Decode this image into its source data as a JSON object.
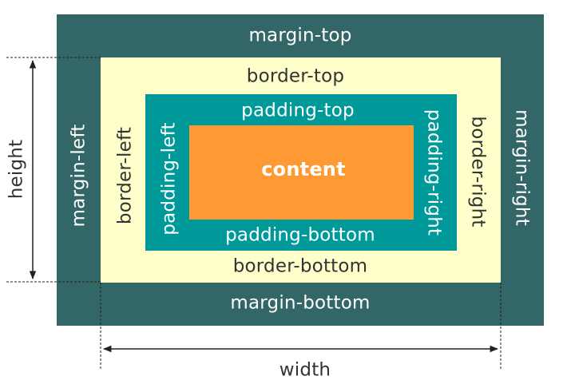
{
  "diagram": {
    "labels": {
      "margin_top": "margin-top",
      "margin_bottom": "margin-bottom",
      "margin_left": "margin-left",
      "margin_right": "margin-right",
      "border_top": "border-top",
      "border_bottom": "border-bottom",
      "border_left": "border-left",
      "border_right": "border-right",
      "padding_top": "padding-top",
      "padding_bottom": "padding-bottom",
      "padding_left": "padding-left",
      "padding_right": "padding-right",
      "content": "content",
      "height": "height",
      "width": "width"
    },
    "colors": {
      "margin": "#336666",
      "border": "#ffffcc",
      "padding": "#009999",
      "content": "#ff9933",
      "dimension_lines": "#222222"
    }
  }
}
